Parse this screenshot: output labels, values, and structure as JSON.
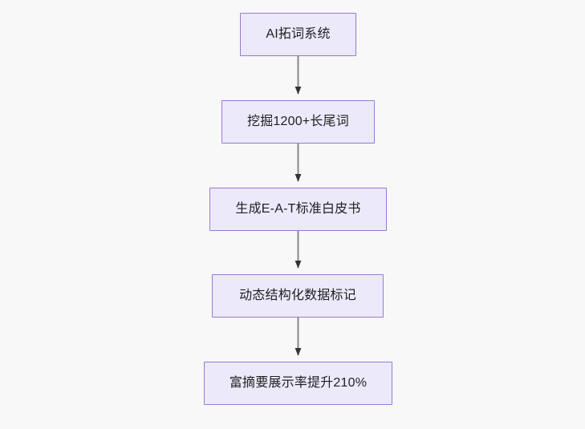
{
  "diagram": {
    "type": "flowchart",
    "direction": "top-to-bottom",
    "background_color": "#f8f8f8",
    "node_fill_color": "#ece9fb",
    "node_border_color": "#9a79d0",
    "node_text_color": "#1f1f1f",
    "edge_line_color": "#888888",
    "edge_arrow_color": "#333333",
    "nodes": [
      {
        "id": "n0",
        "label": "AI拓词系统"
      },
      {
        "id": "n1",
        "label": "挖掘1200+长尾词"
      },
      {
        "id": "n2",
        "label": "生成E-A-T标准白皮书"
      },
      {
        "id": "n3",
        "label": "动态结构化数据标记"
      },
      {
        "id": "n4",
        "label": "富摘要展示率提升210%"
      }
    ],
    "edges": [
      {
        "from": "n0",
        "to": "n1",
        "label": ""
      },
      {
        "from": "n1",
        "to": "n2",
        "label": ""
      },
      {
        "from": "n2",
        "to": "n3",
        "label": ""
      },
      {
        "from": "n3",
        "to": "n4",
        "label": ""
      }
    ]
  }
}
